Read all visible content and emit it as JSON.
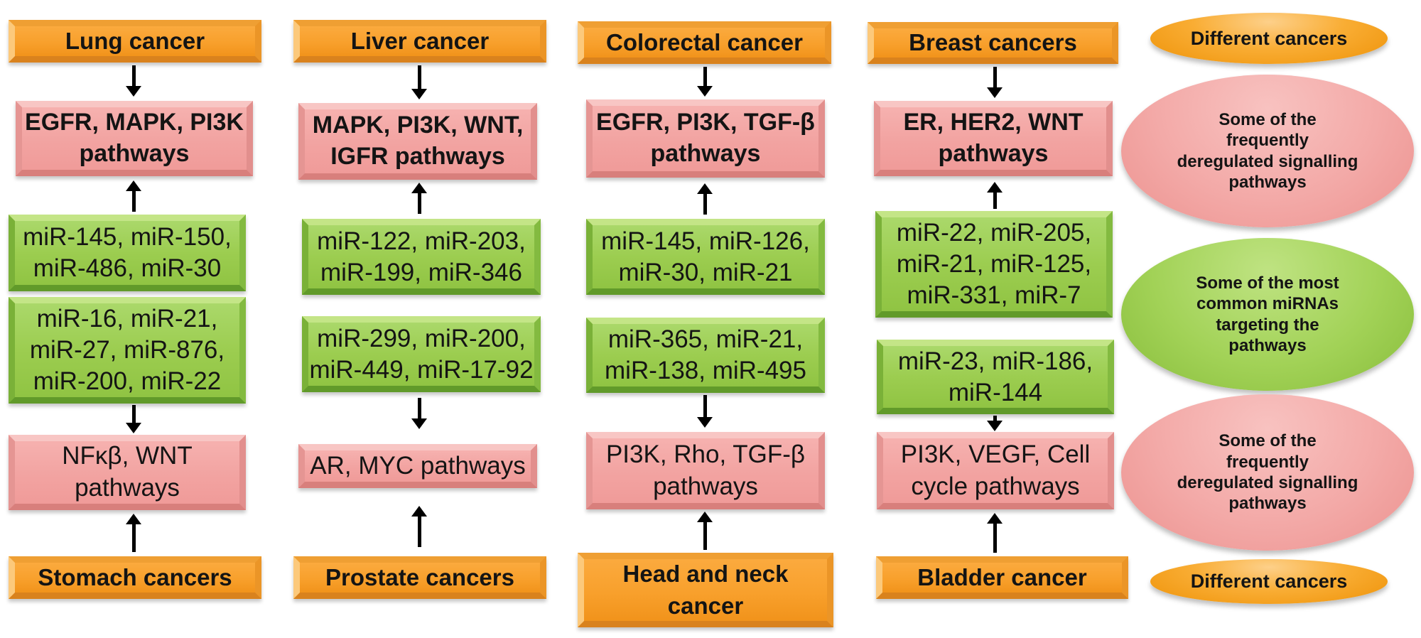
{
  "palette": {
    "orange": "#f6a124",
    "pink": "#f2a2a0",
    "green": "#9acb4e",
    "arrow": "#000000",
    "text": "#141414",
    "background": "#ffffff"
  },
  "columns": [
    {
      "name": "lung-stomach",
      "arrows": [
        "down",
        "up",
        "down",
        "up"
      ],
      "boxes": [
        {
          "type": "cancer",
          "text": "Lung cancer"
        },
        {
          "type": "pathway",
          "text": "EGFR, MAPK, PI3K\npathways"
        },
        {
          "type": "mirna",
          "text": "miR-145, miR-150,\nmiR-486, miR-30"
        },
        {
          "type": "mirna",
          "text": "miR-16, miR-21,\nmiR-27, miR-876,\nmiR-200, miR-22"
        },
        {
          "type": "pathway",
          "text": "NFκβ, WNT\npathways"
        },
        {
          "type": "cancer",
          "text": "Stomach cancers"
        }
      ]
    },
    {
      "name": "liver-prostate",
      "arrows": [
        "down",
        "up",
        "down",
        "up"
      ],
      "boxes": [
        {
          "type": "cancer",
          "text": "Liver cancer"
        },
        {
          "type": "pathway",
          "text": "MAPK, PI3K, WNT,\nIGFR pathways"
        },
        {
          "type": "mirna",
          "text": "miR-122, miR-203,\nmiR-199, miR-346"
        },
        {
          "type": "mirna",
          "text": "miR-299, miR-200,\nmiR-449, miR-17-92"
        },
        {
          "type": "pathway",
          "text": "AR, MYC pathways"
        },
        {
          "type": "cancer",
          "text": "Prostate cancers"
        }
      ]
    },
    {
      "name": "colorectal-headneck",
      "arrows": [
        "down",
        "up",
        "down",
        "up"
      ],
      "boxes": [
        {
          "type": "cancer",
          "text": "Colorectal cancer"
        },
        {
          "type": "pathway",
          "text": "EGFR, PI3K, TGF-β\npathways"
        },
        {
          "type": "mirna",
          "text": "miR-145, miR-126,\nmiR-30, miR-21"
        },
        {
          "type": "mirna",
          "text": "miR-365, miR-21,\nmiR-138, miR-495"
        },
        {
          "type": "pathway",
          "text": "PI3K, Rho, TGF-β\npathways"
        },
        {
          "type": "cancer",
          "text": "Head and neck\ncancer"
        }
      ]
    },
    {
      "name": "breast-bladder",
      "arrows": [
        "down",
        "up",
        "down",
        "up"
      ],
      "boxes": [
        {
          "type": "cancer",
          "text": "Breast cancers"
        },
        {
          "type": "pathway",
          "text": "ER, HER2, WNT\npathways"
        },
        {
          "type": "mirna",
          "text": "miR-22, miR-205,\nmiR-21, miR-125,\nmiR-331, miR-7"
        },
        {
          "type": "mirna",
          "text": "miR-23, miR-186,\nmiR-144"
        },
        {
          "type": "pathway",
          "text": "PI3K, VEGF, Cell\ncycle pathways"
        },
        {
          "type": "cancer",
          "text": "Bladder cancer"
        }
      ]
    }
  ],
  "legend": {
    "items": [
      {
        "color": "orange",
        "text": "Different cancers"
      },
      {
        "color": "pink",
        "text": "Some of the\nfrequently\nderegulated signalling\npathways"
      },
      {
        "color": "green",
        "text": "Some of the most\ncommon miRNAs\ntargeting the\npathways"
      },
      {
        "color": "pink",
        "text": "Some of the\nfrequently\nderegulated signalling\npathways"
      },
      {
        "color": "orange",
        "text": "Different cancers"
      }
    ]
  }
}
